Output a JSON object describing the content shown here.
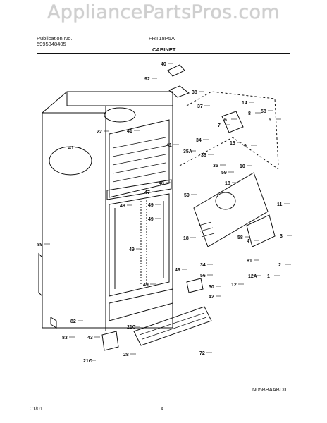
{
  "watermark": "AppliancePartsPros.com",
  "header": {
    "publication_label": "Publication No.",
    "publication_number": "5995348405",
    "model": "FRT18P5A",
    "section": "CABINET"
  },
  "diagram_code": "N05BBAABD0",
  "footer": {
    "date": "01/01",
    "page": "4"
  },
  "callouts": [
    "40",
    "92",
    "38",
    "37",
    "14",
    "58",
    "8",
    "5",
    "6",
    "7",
    "13",
    "9",
    "22",
    "41",
    "41",
    "41",
    "34",
    "35A",
    "36",
    "35",
    "59",
    "10",
    "18",
    "48",
    "47",
    "48",
    "49",
    "49",
    "49",
    "59",
    "11",
    "3",
    "2",
    "58",
    "4",
    "89",
    "18",
    "49",
    "34",
    "56",
    "81",
    "12",
    "12A",
    "1",
    "49",
    "30",
    "42",
    "82",
    "21C",
    "72",
    "83",
    "43",
    "28",
    "21C"
  ]
}
